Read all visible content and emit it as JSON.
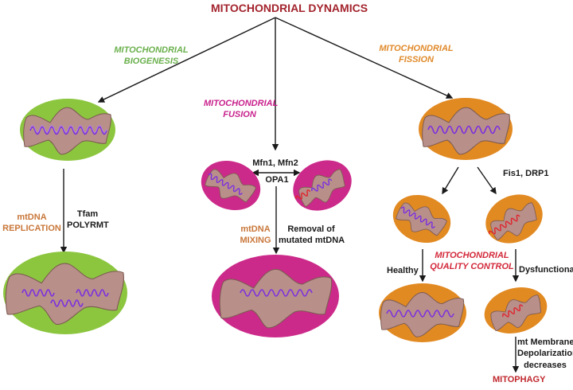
{
  "title": "MITOCHONDRIAL DYNAMICS",
  "colors": {
    "title": "#a3242d",
    "biogenesis": "#6ab04c",
    "fusion": "#c8218c",
    "fission": "#e08a2a",
    "quality_control": "#d3283a",
    "mitophagy": "#c0272d",
    "green_membrane": "#8cc63f",
    "magenta_membrane": "#cc2a8a",
    "orange_membrane": "#e28a22",
    "matrix": "#b98f8a",
    "healthy_dna": "#7a2ee0",
    "mutated_dna": "#e0222a"
  },
  "branches": {
    "biogenesis": {
      "label_line1": "MITOCHONDRIAL",
      "label_line2": "BIOGENESIS",
      "process_line1": "mtDNA",
      "process_line2": "REPLICATION",
      "factors_line1": "Tfam",
      "factors_line2": "POLYRMT"
    },
    "fusion": {
      "label_line1": "MITOCHONDRIAL",
      "label_line2": "FUSION",
      "factors_line1": "Mfn1, Mfn2",
      "factors_line2": "OPA1",
      "process_line1": "mtDNA",
      "process_line2": "MIXING",
      "outcome_line1": "Removal of",
      "outcome_line2": "mutated mtDNA"
    },
    "fission": {
      "label_line1": "MITOCHONDRIAL",
      "label_line2": "FISSION",
      "factors": "Fis1, DRP1",
      "quality_control_line1": "MITOCHONDRIAL",
      "quality_control_line2": "QUALITY CONTROL",
      "healthy": "Healthy",
      "dysfunctional": "Dysfunctional",
      "depolarization_line1": "mt Membrane",
      "depolarization_line2": "Depolarization",
      "depolarization_line3": "decreases",
      "outcome": "MITOPHAGY"
    }
  }
}
